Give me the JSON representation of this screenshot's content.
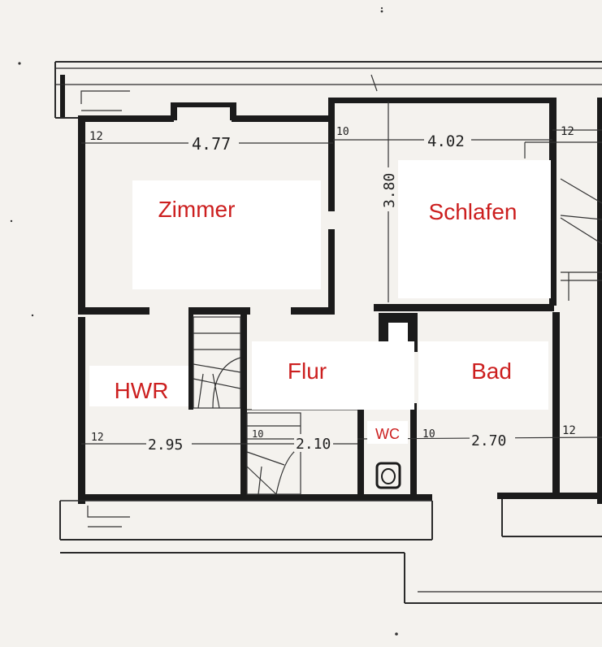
{
  "colors": {
    "room_label": "#cc1f1f",
    "wall": "#1b1b1b",
    "paper": "#f4f2ee",
    "label_background": "#ffffff"
  },
  "rooms": {
    "zimmer": "Zimmer",
    "schlafen": "Schlafen",
    "hwr": "HWR",
    "flur": "Flur",
    "bad": "Bad",
    "wc": "WC"
  },
  "dimensions": {
    "zimmer_width": "4.77",
    "schlafen_width": "4.02",
    "room_depth": "3.80",
    "hwr_width": "2.95",
    "flur_width": "2.10",
    "bad_width": "2.70",
    "wall_12_top_left": "12",
    "wall_10_top_mid": "10",
    "wall_12_top_right": "12",
    "wall_12_bottom_left": "12",
    "wall_10_bottom_mid": "10",
    "wall_10_bottom_wc": "10",
    "wall_12_bottom_right": "12"
  }
}
